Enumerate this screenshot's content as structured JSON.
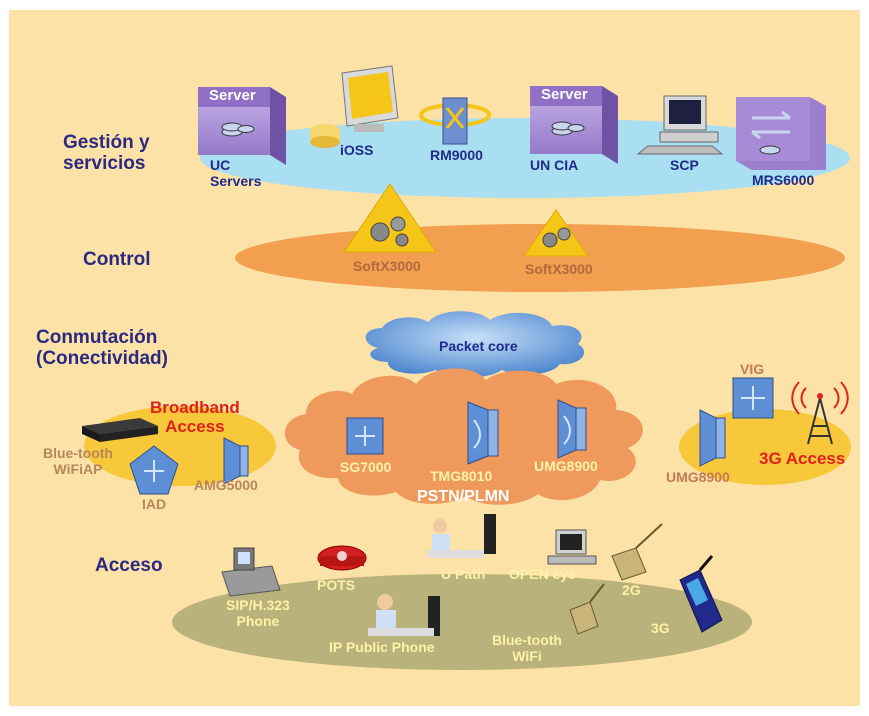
{
  "layers": {
    "management": "Gestión y\nservicios",
    "control": "Control",
    "switching": "Conmutación\n(Conectividad)",
    "access": "Acceso"
  },
  "management": {
    "server_tag_1": "Server",
    "server_tag_2": "Server",
    "uc_servers": "UC\nServers",
    "ioss": "iOSS",
    "rm9000": "RM9000",
    "un_cia": "UN CIA",
    "scp": "SCP",
    "mrs6000": "MRS6000"
  },
  "control": {
    "softx_1": "SoftX3000",
    "softx_2": "SoftX3000"
  },
  "switching": {
    "packet_core": "Packet core",
    "pstn": "PSTN/PLMN",
    "sg7000": "SG7000",
    "tmg8010": "TMG8010",
    "umg8900": "UMG8900",
    "broadband_access": "Broadband\nAccess",
    "bluetooth_wifiap": "Blue-tooth\nWiFiAP",
    "iad": "IAD",
    "amg5000": "AMG5000",
    "vig": "VIG",
    "umg8900_3g": "UMG8900",
    "access_3g": "3G Access"
  },
  "access": {
    "sip_phone": "SIP/H.323\nPhone",
    "pots": "POTS",
    "u_path": "U Path",
    "open_eye": "OPEN eye",
    "g2": "2G",
    "g3": "3G",
    "ip_public_phone": "IP Public Phone",
    "bluetooth_wifi": "Blue-tooth\nWiFi"
  },
  "colors": {
    "background": "#fde2a8",
    "management_band": "#a9dff0",
    "control_band": "#f2a04f",
    "pstn_cloud": "#ef9a5c",
    "packet_core_cloud": "#7fb4e6",
    "access_band": "#b9b27a",
    "side_ellipse": "#f7c83a",
    "layer_text": "#2a2a82",
    "accent_red": "#e02020"
  }
}
